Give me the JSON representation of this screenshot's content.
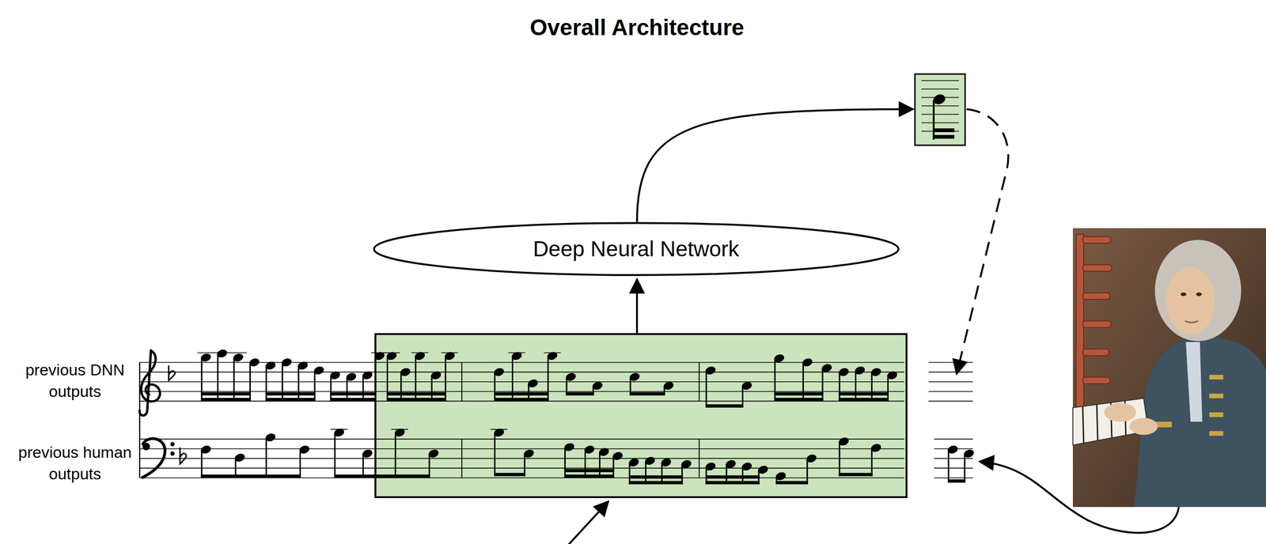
{
  "diagram": {
    "title": "Overall Architecture",
    "nodes": [
      {
        "text": [
          "Deep Neural Network"
        ]
      }
    ],
    "labels": [
      "previous DNN outputs",
      "previous human outputs"
    ]
  }
}
